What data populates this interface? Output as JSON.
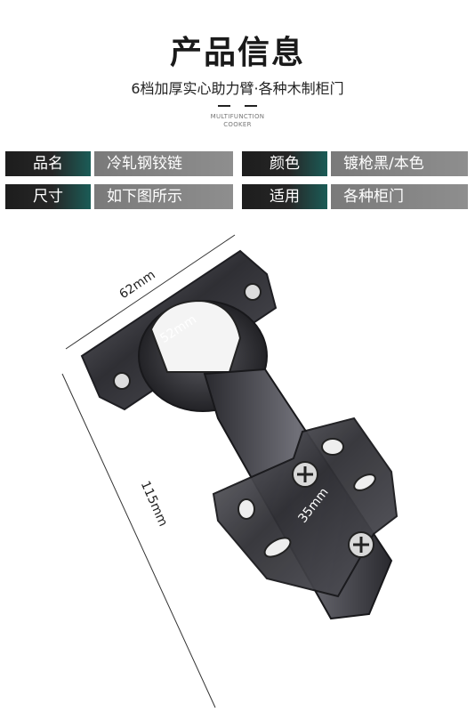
{
  "header": {
    "title": "产品信息",
    "subtitle": "6档加厚实心助力臂·各种木制柜门",
    "brand_line1": "MULTIFUNCTION",
    "brand_line2": "COOKER"
  },
  "specs": {
    "row1": {
      "label1": "品名",
      "value1": "冷轧钢铰链",
      "label2": "颜色",
      "value2": "镀枪黑/本色"
    },
    "row2": {
      "label1": "尺寸",
      "value1": "如下图所示",
      "label2": "适用",
      "value2": "各种柜门"
    }
  },
  "dimensions": {
    "width": "62mm",
    "cup": "52mm",
    "length": "115mm",
    "plate": "35mm"
  },
  "colors": {
    "label_dark": "#1d1d1d",
    "label_teal": "#1b5c57",
    "value_gray": "#8a8a8a",
    "hinge_metal": "#3a3a3f"
  }
}
